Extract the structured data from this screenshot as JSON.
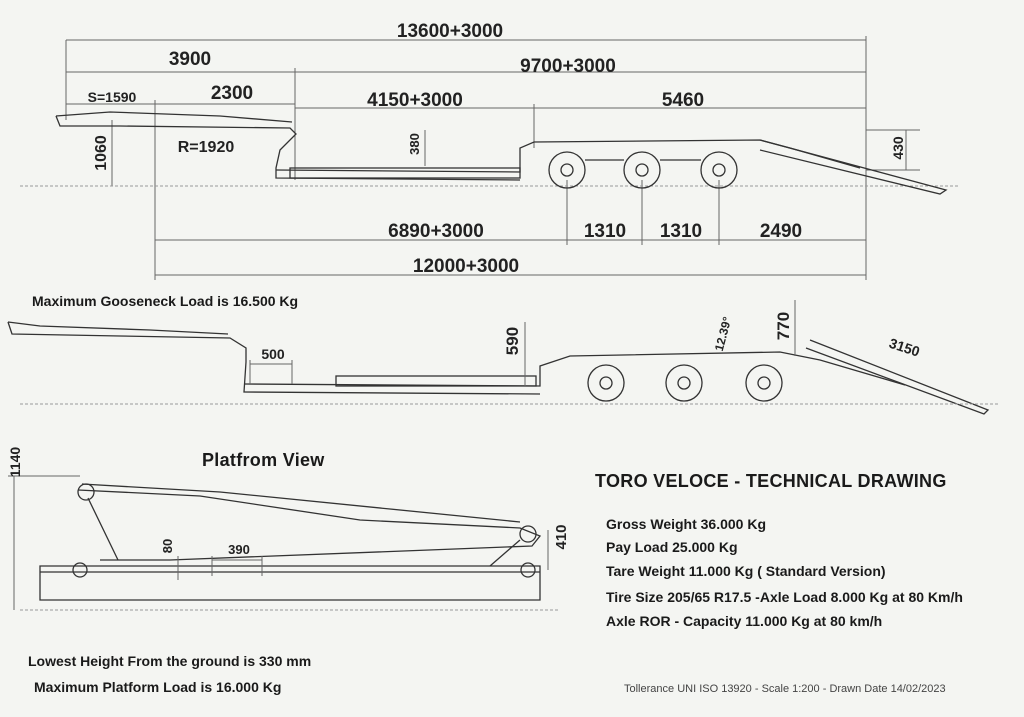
{
  "top_view": {
    "dims": {
      "overall_top": "13600+3000",
      "gooseneck_len": "3900",
      "deck_len": "9700+3000",
      "s_value": "S=1590",
      "neck_len": "2300",
      "lower_deck": "4150+3000",
      "rear_len": "5460",
      "neck_height": "1060",
      "radius": "R=1920",
      "step_height": "380",
      "ramp_height": "430",
      "platform_len": "6890+3000",
      "axle_spacing_1": "1310",
      "axle_spacing_2": "1310",
      "rear_overhang": "2490",
      "overall_bottom": "12000+3000"
    }
  },
  "gooseneck_note": "Maximum Gooseneck Load is 16.500 Kg",
  "side_view": {
    "dims": {
      "step": "500",
      "rise": "590",
      "angle": "12.39°",
      "ramp_rise": "770",
      "ramp_len": "3150"
    }
  },
  "platform_view": {
    "title": "Platfrom View",
    "dims": {
      "total_height": "1140",
      "gap": "80",
      "span": "390",
      "end_height": "410"
    }
  },
  "specs": {
    "title": "TORO VELOCE - TECHNICAL DRAWING",
    "lines": [
      "Gross Weight 36.000 Kg",
      "Pay Load  25.000 Kg",
      "Tare Weight 11.000 Kg  ( Standard Version)",
      "Tire Size 205/65 R17.5 -Axle Load 8.000 Kg at 80 Km/h",
      "Axle ROR - Capacity 11.000 Kg at 80 km/h"
    ]
  },
  "notes": {
    "lowest_height": "Lowest Height From the ground is 330 mm",
    "platform_load": "Maximum Platform Load is 16.000 Kg"
  },
  "footer": "Tollerance UNI ISO 13920 - Scale 1:200 - Drawn Date  14/02/2023"
}
